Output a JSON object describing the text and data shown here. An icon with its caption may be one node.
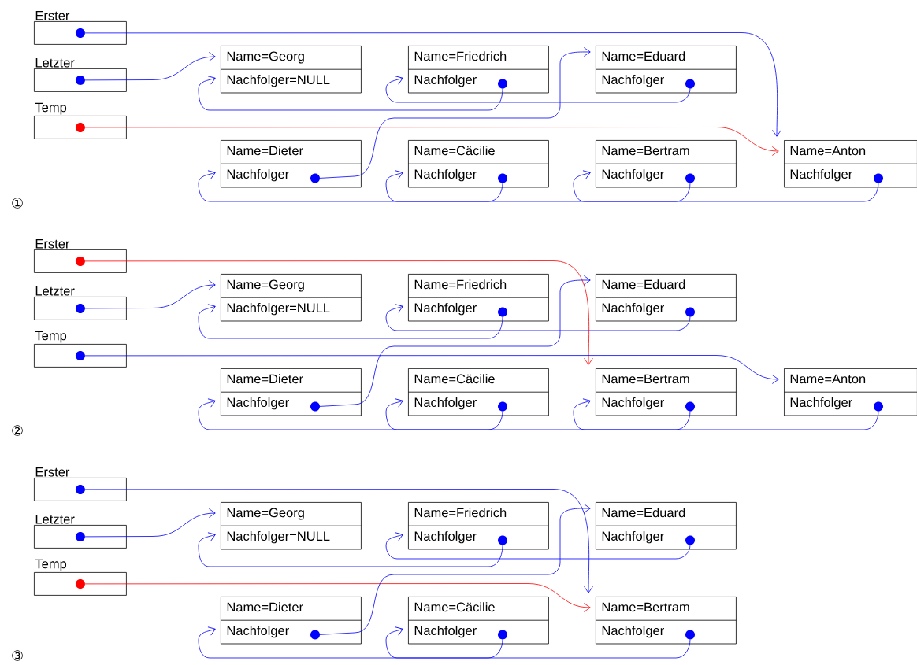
{
  "diagram": {
    "nodes": [
      {
        "text": [
          "Erster"
        ]
      },
      {
        "text": [
          "Letzter"
        ]
      },
      {
        "text": [
          "Temp"
        ]
      },
      {
        "text": [
          "Name=Georg",
          "Nachfolger=NULL"
        ]
      },
      {
        "text": [
          "Name=Friedrich",
          "Nachfolger"
        ]
      },
      {
        "text": [
          "Name=Eduard",
          "Nachfolger"
        ]
      },
      {
        "text": [
          "Name=Dieter",
          "Nachfolger"
        ]
      },
      {
        "text": [
          "Name=Cäcilie",
          "Nachfolger"
        ]
      },
      {
        "text": [
          "Name=Bertram",
          "Nachfolger"
        ]
      },
      {
        "text": [
          "Name=Anton",
          "Nachfolger"
        ]
      },
      {
        "text": [
          "Erster"
        ]
      },
      {
        "text": [
          "Letzter"
        ]
      },
      {
        "text": [
          "Temp"
        ]
      },
      {
        "text": [
          "Name=Georg",
          "Nachfolger=NULL"
        ]
      },
      {
        "text": [
          "Name=Friedrich",
          "Nachfolger"
        ]
      },
      {
        "text": [
          "Name=Eduard",
          "Nachfolger"
        ]
      },
      {
        "text": [
          "Name=Dieter",
          "Nachfolger"
        ]
      },
      {
        "text": [
          "Name=Cäcilie",
          "Nachfolger"
        ]
      },
      {
        "text": [
          "Name=Bertram",
          "Nachfolger"
        ]
      },
      {
        "text": [
          "Name=Anton",
          "Nachfolger"
        ]
      },
      {
        "text": [
          "Erster"
        ]
      },
      {
        "text": [
          "Letzter"
        ]
      },
      {
        "text": [
          "Temp"
        ]
      },
      {
        "text": [
          "Name=Georg",
          "Nachfolger=NULL"
        ]
      },
      {
        "text": [
          "Name=Friedrich",
          "Nachfolger"
        ]
      },
      {
        "text": [
          "Name=Eduard",
          "Nachfolger"
        ]
      },
      {
        "text": [
          "Name=Dieter",
          "Nachfolger"
        ]
      },
      {
        "text": [
          "Name=Cäcilie",
          "Nachfolger"
        ]
      },
      {
        "text": [
          "Name=Bertram",
          "Nachfolger"
        ]
      }
    ],
    "edges": [
      {
        "from": 0,
        "to": 9,
        "arrow": "to"
      },
      {
        "from": 1,
        "to": 3,
        "arrow": "to"
      },
      {
        "from": 2,
        "to": 9,
        "arrow": "to",
        "color": "#ff0000"
      },
      {
        "from": 4,
        "to": 3,
        "arrow": "to"
      },
      {
        "from": 5,
        "to": 4,
        "arrow": "to"
      },
      {
        "from": 6,
        "to": 5,
        "arrow": "to"
      },
      {
        "from": 7,
        "to": 6,
        "arrow": "to"
      },
      {
        "from": 8,
        "to": 7,
        "arrow": "to"
      },
      {
        "from": 9,
        "to": 8,
        "arrow": "to"
      },
      {
        "from": 10,
        "to": 18,
        "arrow": "to",
        "color": "#ff0000"
      },
      {
        "from": 11,
        "to": 13,
        "arrow": "to"
      },
      {
        "from": 12,
        "to": 19,
        "arrow": "to"
      },
      {
        "from": 14,
        "to": 13,
        "arrow": "to"
      },
      {
        "from": 15,
        "to": 14,
        "arrow": "to"
      },
      {
        "from": 16,
        "to": 15,
        "arrow": "to"
      },
      {
        "from": 17,
        "to": 16,
        "arrow": "to"
      },
      {
        "from": 18,
        "to": 17,
        "arrow": "to"
      },
      {
        "from": 19,
        "to": 18,
        "arrow": "to"
      },
      {
        "from": 20,
        "to": 28,
        "arrow": "to"
      },
      {
        "from": 21,
        "to": 23,
        "arrow": "to"
      },
      {
        "from": 22,
        "to": 28,
        "arrow": "to",
        "color": "#ff0000"
      },
      {
        "from": 24,
        "to": 23,
        "arrow": "to"
      },
      {
        "from": 25,
        "to": 24,
        "arrow": "to"
      },
      {
        "from": 26,
        "to": 25,
        "arrow": "to"
      },
      {
        "from": 27,
        "to": 26,
        "arrow": "to"
      },
      {
        "from": 28,
        "to": 27,
        "arrow": "to"
      }
    ],
    "labels": [
      "①",
      "②",
      "③"
    ]
  }
}
